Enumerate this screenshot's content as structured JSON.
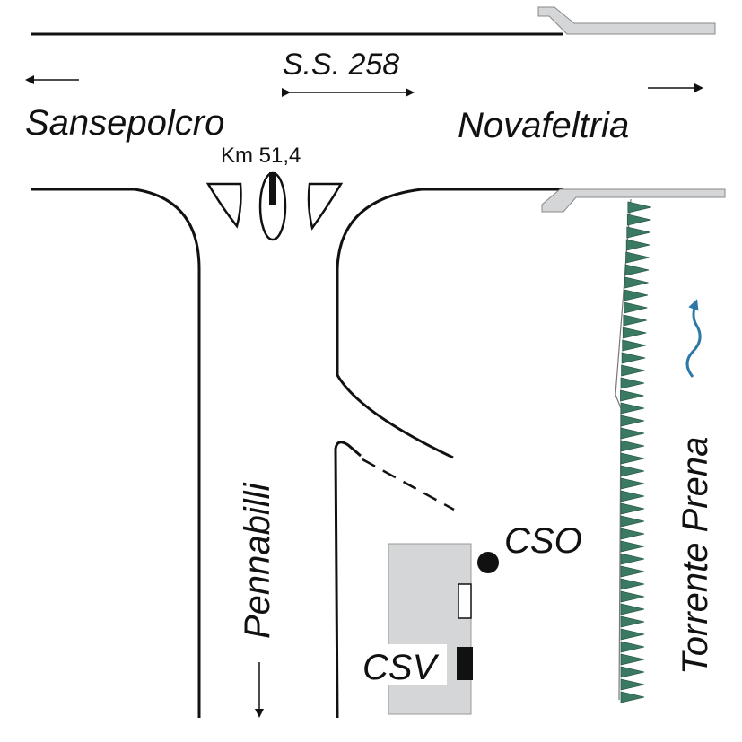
{
  "labels": {
    "road": "S.S. 258",
    "west_town": "Sansepolcro",
    "east_town": "Novafeltria",
    "km_marker": "Km 51,4",
    "south_town": "Pennabilli",
    "river": "Torrente Prena",
    "cso": "CSO",
    "csv": "CSV"
  },
  "colors": {
    "road": "#111111",
    "bridge": "#d4d6d8",
    "building": "#d4d6d8",
    "riverbank": "#3a7a63",
    "river_arrow": "#2e78a8"
  },
  "icons": [
    "arrow-left-icon",
    "arrow-right-icon",
    "double-arrow-icon",
    "arrow-down-icon",
    "river-flow-arrow-icon",
    "sensor-dot-icon"
  ]
}
